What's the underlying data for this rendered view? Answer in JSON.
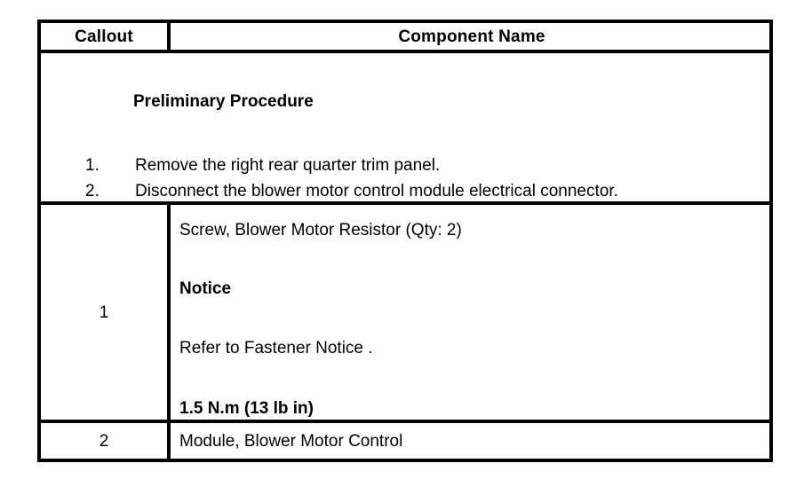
{
  "table": {
    "headers": {
      "callout": "Callout",
      "component_name": "Component Name"
    },
    "preliminary": {
      "title": "Preliminary Procedure",
      "steps": [
        {
          "number": "1.",
          "text": "Remove the right rear quarter trim panel."
        },
        {
          "number": "2.",
          "text": "Disconnect the blower motor control module electrical connector."
        }
      ]
    },
    "rows": [
      {
        "callout": "1",
        "component": "Screw, Blower Motor Resistor (Qty: 2)",
        "notice_heading": "Notice",
        "notice_text": "Refer to Fastener Notice .",
        "torque": "1.5 N.m (13 lb in)"
      },
      {
        "callout": "2",
        "component": "Module, Blower Motor Control"
      }
    ]
  },
  "colors": {
    "border": "#000000",
    "text": "#000000",
    "background": "#ffffff"
  }
}
